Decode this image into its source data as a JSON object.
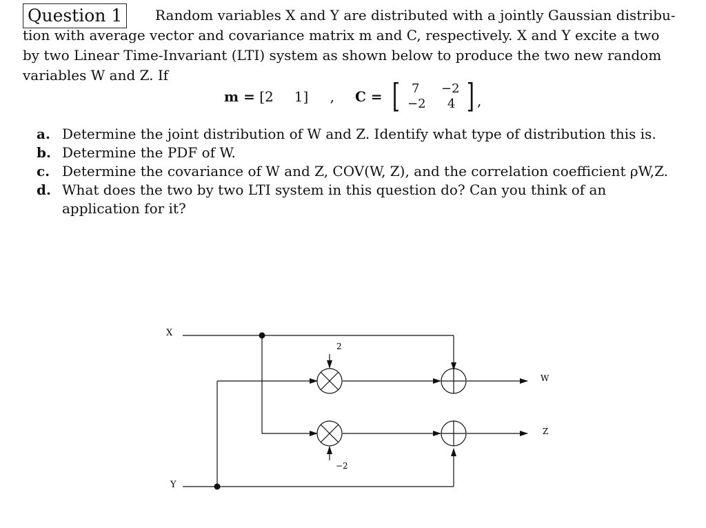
{
  "question": {
    "label": "Question 1",
    "intro_after_label": "Random variables X and Y are distributed with a jointly Gaussian distribu-",
    "line2": "tion with average vector and covariance matrix m and C, respectively. X and Y excite a two",
    "line3": "by two Linear Time-Invariant (LTI) system as shown below to produce the two new random",
    "line4": "variables W and Z. If"
  },
  "equation": {
    "m_label": "m =",
    "m_values": [
      "[2",
      "1]"
    ],
    "comma": ",",
    "c_label": "C =",
    "c_matrix": [
      [
        "7",
        "−2"
      ],
      [
        "−2",
        "4"
      ]
    ],
    "end": ","
  },
  "parts": [
    {
      "label": "a.",
      "text": "Determine the joint distribution of W and Z. Identify what type of distribution this is."
    },
    {
      "label": "b.",
      "text": "Determine the PDF of W."
    },
    {
      "label": "c.",
      "text": "Determine the covariance of W and Z, COV(W, Z), and the correlation coefficient ρW,Z."
    },
    {
      "label": "d.",
      "text": "What does the two by two LTI system in this question do? Can you think of an application for it?"
    }
  ],
  "diagram": {
    "input_x": "X",
    "input_y": "Y",
    "output_w": "W",
    "output_z": "Z",
    "gain_top": "2",
    "gain_bottom": "−2"
  }
}
